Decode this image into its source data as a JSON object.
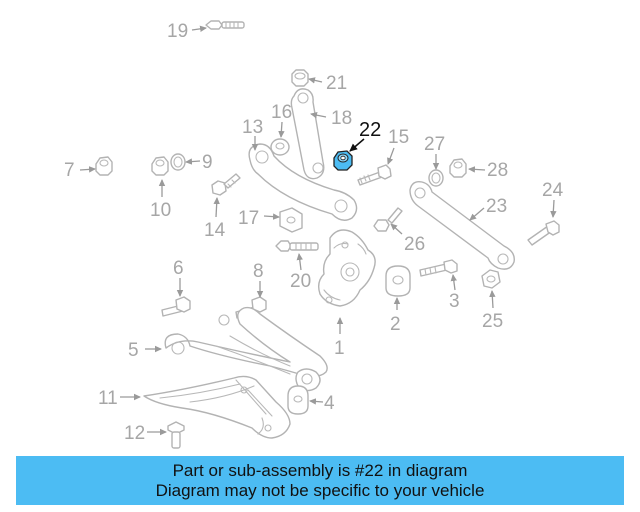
{
  "diagram": {
    "highlight_color": "#4cbcf3",
    "highlighted_part": "22",
    "callouts": [
      "1",
      "2",
      "3",
      "4",
      "5",
      "6",
      "7",
      "8",
      "9",
      "10",
      "11",
      "12",
      "13",
      "14",
      "15",
      "16",
      "17",
      "18",
      "19",
      "20",
      "21",
      "22",
      "23",
      "24",
      "25",
      "26",
      "27",
      "28"
    ]
  },
  "banner": {
    "line1": "Part or sub-assembly is #22 in diagram",
    "line2": "Diagram may not be specific to your vehicle",
    "background": "#4cbcf3"
  }
}
